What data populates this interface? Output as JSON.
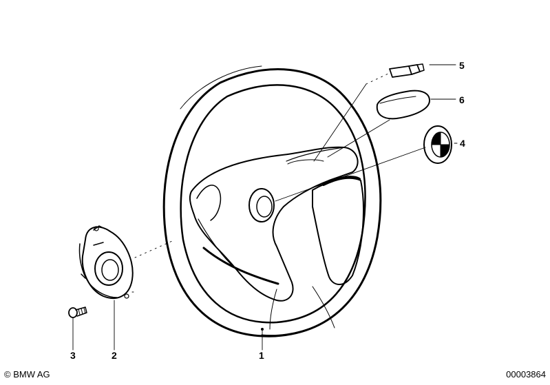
{
  "diagram": {
    "parts": [
      {
        "id": "1",
        "label": "1",
        "name": "steering-wheel"
      },
      {
        "id": "2",
        "label": "2",
        "name": "contact-ring"
      },
      {
        "id": "3",
        "label": "3",
        "name": "screw"
      },
      {
        "id": "4",
        "label": "4",
        "name": "badge"
      },
      {
        "id": "5",
        "label": "5",
        "name": "plug"
      },
      {
        "id": "6",
        "label": "6",
        "name": "cover"
      }
    ]
  },
  "footer": {
    "copyright": "© BMW AG",
    "doc_number": "00003864"
  }
}
